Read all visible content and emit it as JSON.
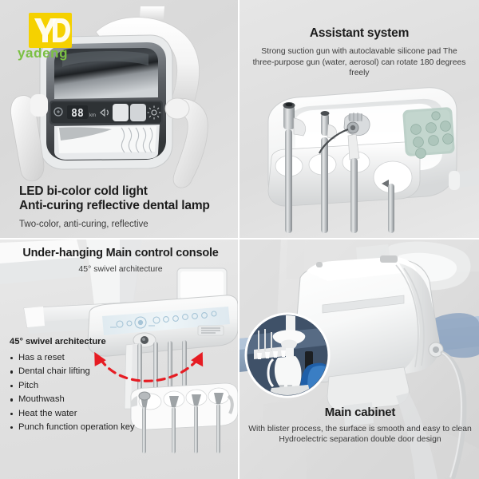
{
  "brand": {
    "logo_monogram": "YD",
    "logo_wordmark": "yadeng",
    "logo_mark_color": "#f5d100",
    "logo_word_color": "#7bc043"
  },
  "colors": {
    "panel_background": "#dedede",
    "title_text": "#1d1d1d",
    "body_text": "#3b3b3b",
    "arrow_accent": "#e61c23",
    "inset_circle_background": "#3f5168",
    "chair_blue": "#1f5fa8",
    "keypad_green": "#b9cfc6"
  },
  "panels": [
    {
      "id": "led-lamp",
      "title_lines": [
        "LED bi-color cold light",
        "Anti-curing reflective dental lamp"
      ],
      "subtitle": "Two-color, anti-curing, reflective",
      "display_value": "88",
      "display_unit": "km"
    },
    {
      "id": "assistant-system",
      "title": "Assistant system",
      "subtitle_lines": [
        "Strong suction gun with autoclavable silicone pad The",
        "three-purpose gun (water, aerosol) can rotate 180 degrees freely"
      ]
    },
    {
      "id": "control-console",
      "title": "Under-hanging Main control console",
      "subtitle": "45° swivel architecture",
      "list_heading": "45° swivel architecture",
      "features": [
        "Has a reset",
        "Dental chair lifting",
        "Pitch",
        "Mouthwash",
        "Heat the water",
        "Punch function operation key"
      ]
    },
    {
      "id": "main-cabinet",
      "title": "Main cabinet",
      "subtitle_lines": [
        "With blister process, the surface is smooth and easy to clean",
        "Hydroelectric separation double door design"
      ]
    }
  ]
}
